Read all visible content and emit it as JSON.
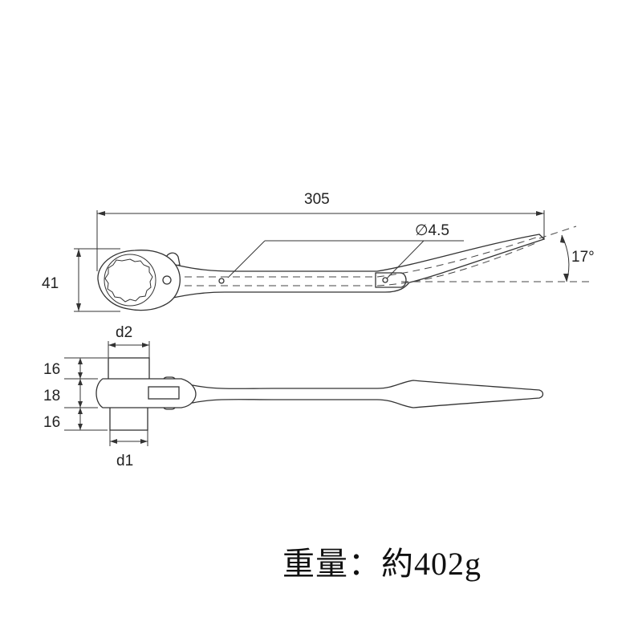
{
  "dimensions": {
    "total_length": "305",
    "head_height": "41",
    "hole_diameter": "∅4.5",
    "angle": "17°",
    "d2": "d2",
    "d1": "d1",
    "thickness_top": "16",
    "thickness_middle": "18",
    "thickness_bottom": "16"
  },
  "weight_label": "重量：約402g"
}
